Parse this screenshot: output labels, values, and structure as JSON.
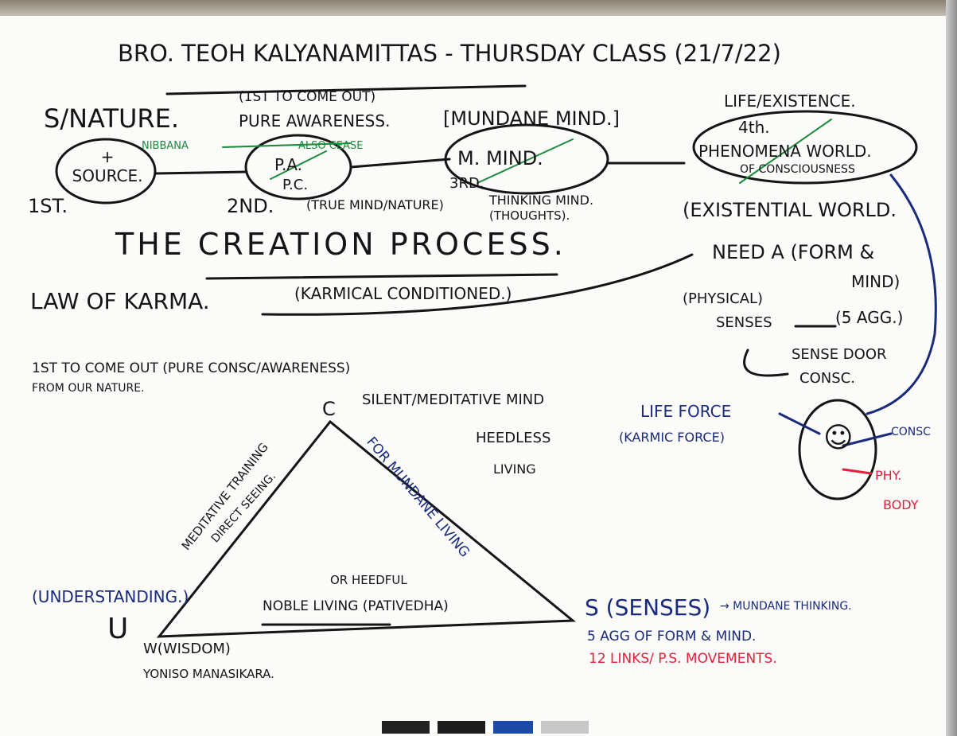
{
  "title": "BRO. TEOH KALYANAMITTAS - THURSDAY CLASS (21/7/22)",
  "top_flow": {
    "source_heading": "S/NATURE.",
    "source_node": "+ SOURCE.",
    "first": "1ST.",
    "pure_awareness_note": "(1ST TO COME OUT)",
    "pure_awareness": "PURE AWARENESS.",
    "nibbana": "NIBBANA",
    "also_cease": "ALSO CEASE",
    "pa_node_1": "P.A.",
    "pa_node_2": "P.C.",
    "second": "2ND.",
    "true_mind": "(TRUE MIND/NATURE)",
    "mundane_heading": "[MUNDANE MIND.]",
    "mind_node": "M. MIND.",
    "third": "3RD.",
    "thinking_mind": "THINKING MIND.",
    "thoughts": "(THOUGHTS).",
    "life_existence": "LIFE/EXISTENCE.",
    "fourth": "4th.",
    "phenomena_1": "PHENOMENA WORLD.",
    "phenomena_2": "OF CONSCIOUSNESS"
  },
  "middle": {
    "creation_process": "THE CREATION PROCESS.",
    "existential_world": "(EXISTENTIAL WORLD.",
    "need_form": "NEED A (FORM &",
    "mind": "MIND)",
    "law_of_karma": "LAW OF KARMA.",
    "karmical_conditioned": "(KARMICAL CONDITIONED.)",
    "physical_senses_1": "(PHYSICAL)",
    "physical_senses_2": "SENSES",
    "five_agg": "(5 AGG.)",
    "sense_door_1": "SENSE DOOR",
    "sense_door_2": "CONSC.",
    "first_to_come_out": "1ST TO COME OUT (PURE CONSC/AWARENESS)",
    "from_our_nature": "FROM OUR NATURE."
  },
  "triangle": {
    "c_label": "C",
    "silent_mind": "SILENT/MEDITATIVE MIND",
    "meditative_training": "MEDITATIVE TRAINING",
    "direct_seeing": "DIRECT SEEING.",
    "for_mundane_living": "FOR MUNDANE LIVING",
    "heedless_1": "HEEDLESS",
    "heedless_2": "LIVING",
    "understanding": "(UNDERSTANDING.)",
    "u_label": "U",
    "or_heedful": "OR HEEDFUL",
    "noble_living": "NOBLE LIVING (PATIVEDHA)",
    "wisdom": "W(WISDOM)",
    "yoniso": "YONISO MANASIKARA.",
    "s_label": "S (SENSES)",
    "mundane_thinking": "→ MUNDANE THINKING.",
    "five_agg_form": "5 AGG OF FORM & MIND.",
    "twelve_links": "12 LINKS/ P.S. MOVEMENTS."
  },
  "right_figure": {
    "life_force": "LIFE FORCE",
    "karmic_force": "(KARMIC FORCE)",
    "consc": "CONSC",
    "phy": "PHY.",
    "body": "BODY"
  },
  "colors": {
    "ink": "#151515",
    "blue": "#1a2a7c",
    "green": "#1c8a3c",
    "red": "#e2203c"
  }
}
